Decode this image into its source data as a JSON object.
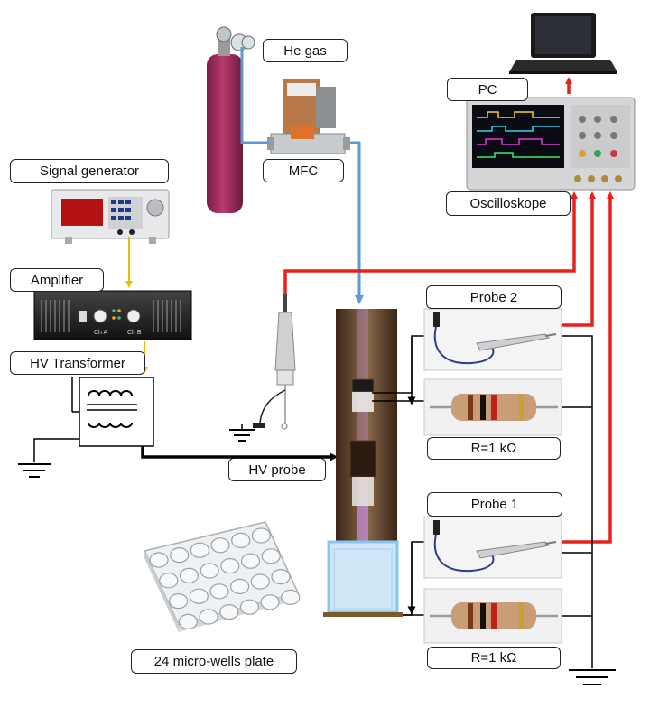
{
  "labels": {
    "he_gas": "He gas",
    "mfc": "MFC",
    "pc": "PC",
    "oscilloscope": "Oscilloskope",
    "signal_generator": "Signal generator",
    "amplifier": "Amplifier",
    "hv_transformer": "HV Transformer",
    "probe2": "Probe 2",
    "resistor_top": "R=1 kΩ",
    "hv_probe": "HV probe",
    "probe1": "Probe 1",
    "resistor_bottom": "R=1 kΩ",
    "well_plate": "24 micro-wells plate"
  },
  "amplifier_channels": [
    "Ch A",
    "Ch B"
  ],
  "colors": {
    "gas_line": "#5b9bd5",
    "signal_line": "#f5b800",
    "measurement_line": "#e8211a",
    "wire": "#000000",
    "cylinder": "#a52a5e",
    "plasma": "#c78bd9"
  }
}
